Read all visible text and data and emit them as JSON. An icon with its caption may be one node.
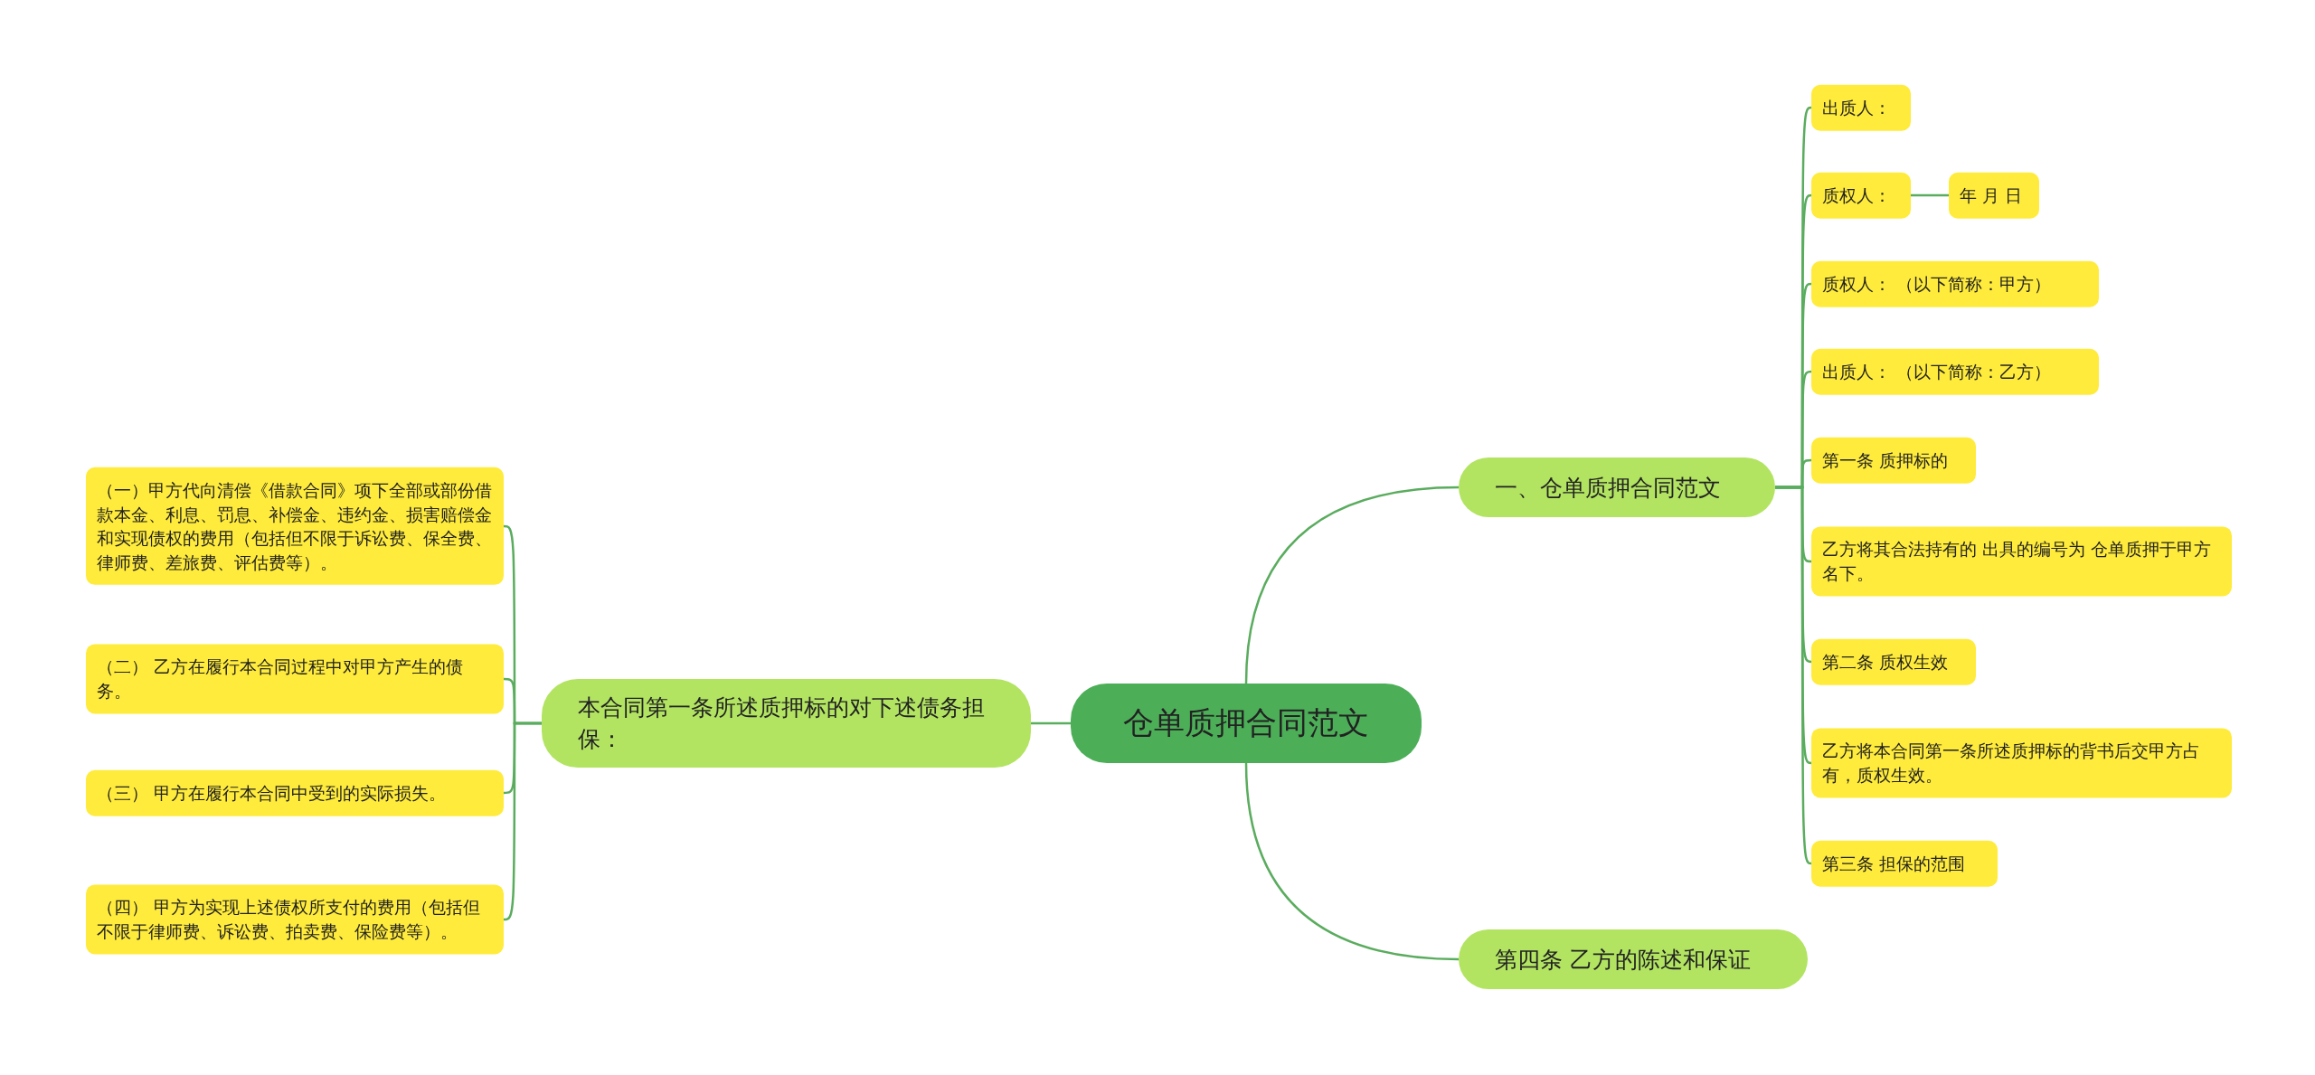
{
  "diagram": {
    "nodes": [
      {
        "text": [
          "仓单质押合同范文"
        ]
      },
      {
        "text": [
          "一、仓单质押合同范文"
        ]
      },
      {
        "text": [
          "出质人："
        ]
      },
      {
        "text": [
          "质权人："
        ]
      },
      {
        "text": [
          "年 月 日"
        ]
      },
      {
        "text": [
          "质权人： （以下简称：甲方）"
        ]
      },
      {
        "text": [
          "出质人： （以下简称：乙方）"
        ]
      },
      {
        "text": [
          "第一条 质押标的"
        ]
      },
      {
        "text": [
          "乙方将其合法持有的 出具的编号为 仓单质押于甲方名下。"
        ]
      },
      {
        "text": [
          "第二条 质权生效"
        ]
      },
      {
        "text": [
          "乙方将本合同第一条所述质押标的背书后交甲方占有，质权生效。"
        ]
      },
      {
        "text": [
          "第三条 担保的范围"
        ]
      },
      {
        "text": [
          "第四条 乙方的陈述和保证"
        ]
      },
      {
        "text": [
          "本合同第一条所述质押标的对下述债务担保："
        ]
      },
      {
        "text": [
          "（一）甲方代向清偿《借款合同》项下全部或部份借款本金、利息、罚息、补偿金、违约金、损害赔偿金和实现债权的费用（包括但不限于诉讼费、保全费、律师费、差旅费、评估费等）。"
        ]
      },
      {
        "text": [
          "（二） 乙方在履行本合同过程中对甲方产生的债务。"
        ]
      },
      {
        "text": [
          "（三） 甲方在履行本合同中受到的实际损失。"
        ]
      },
      {
        "text": [
          "（四） 甲方为实现上述债权所支付的费用（包括但不限于律师费、诉讼费、拍卖费、保险费等）。"
        ]
      }
    ],
    "edges": [
      {
        "from": 0,
        "to": 1,
        "arrow": "none"
      },
      {
        "from": 1,
        "to": 2,
        "arrow": "none"
      },
      {
        "from": 1,
        "to": 3,
        "arrow": "none"
      },
      {
        "from": 3,
        "to": 4,
        "arrow": "none"
      },
      {
        "from": 1,
        "to": 5,
        "arrow": "none"
      },
      {
        "from": 1,
        "to": 6,
        "arrow": "none"
      },
      {
        "from": 1,
        "to": 7,
        "arrow": "none"
      },
      {
        "from": 1,
        "to": 8,
        "arrow": "none"
      },
      {
        "from": 1,
        "to": 9,
        "arrow": "none"
      },
      {
        "from": 1,
        "to": 10,
        "arrow": "none"
      },
      {
        "from": 1,
        "to": 11,
        "arrow": "none"
      },
      {
        "from": 0,
        "to": 12,
        "arrow": "none"
      },
      {
        "from": 0,
        "to": 13,
        "arrow": "none"
      },
      {
        "from": 13,
        "to": 14,
        "arrow": "none"
      },
      {
        "from": 13,
        "to": 15,
        "arrow": "none"
      },
      {
        "from": 13,
        "to": 16,
        "arrow": "none"
      },
      {
        "from": 13,
        "to": 17,
        "arrow": "none"
      }
    ]
  }
}
